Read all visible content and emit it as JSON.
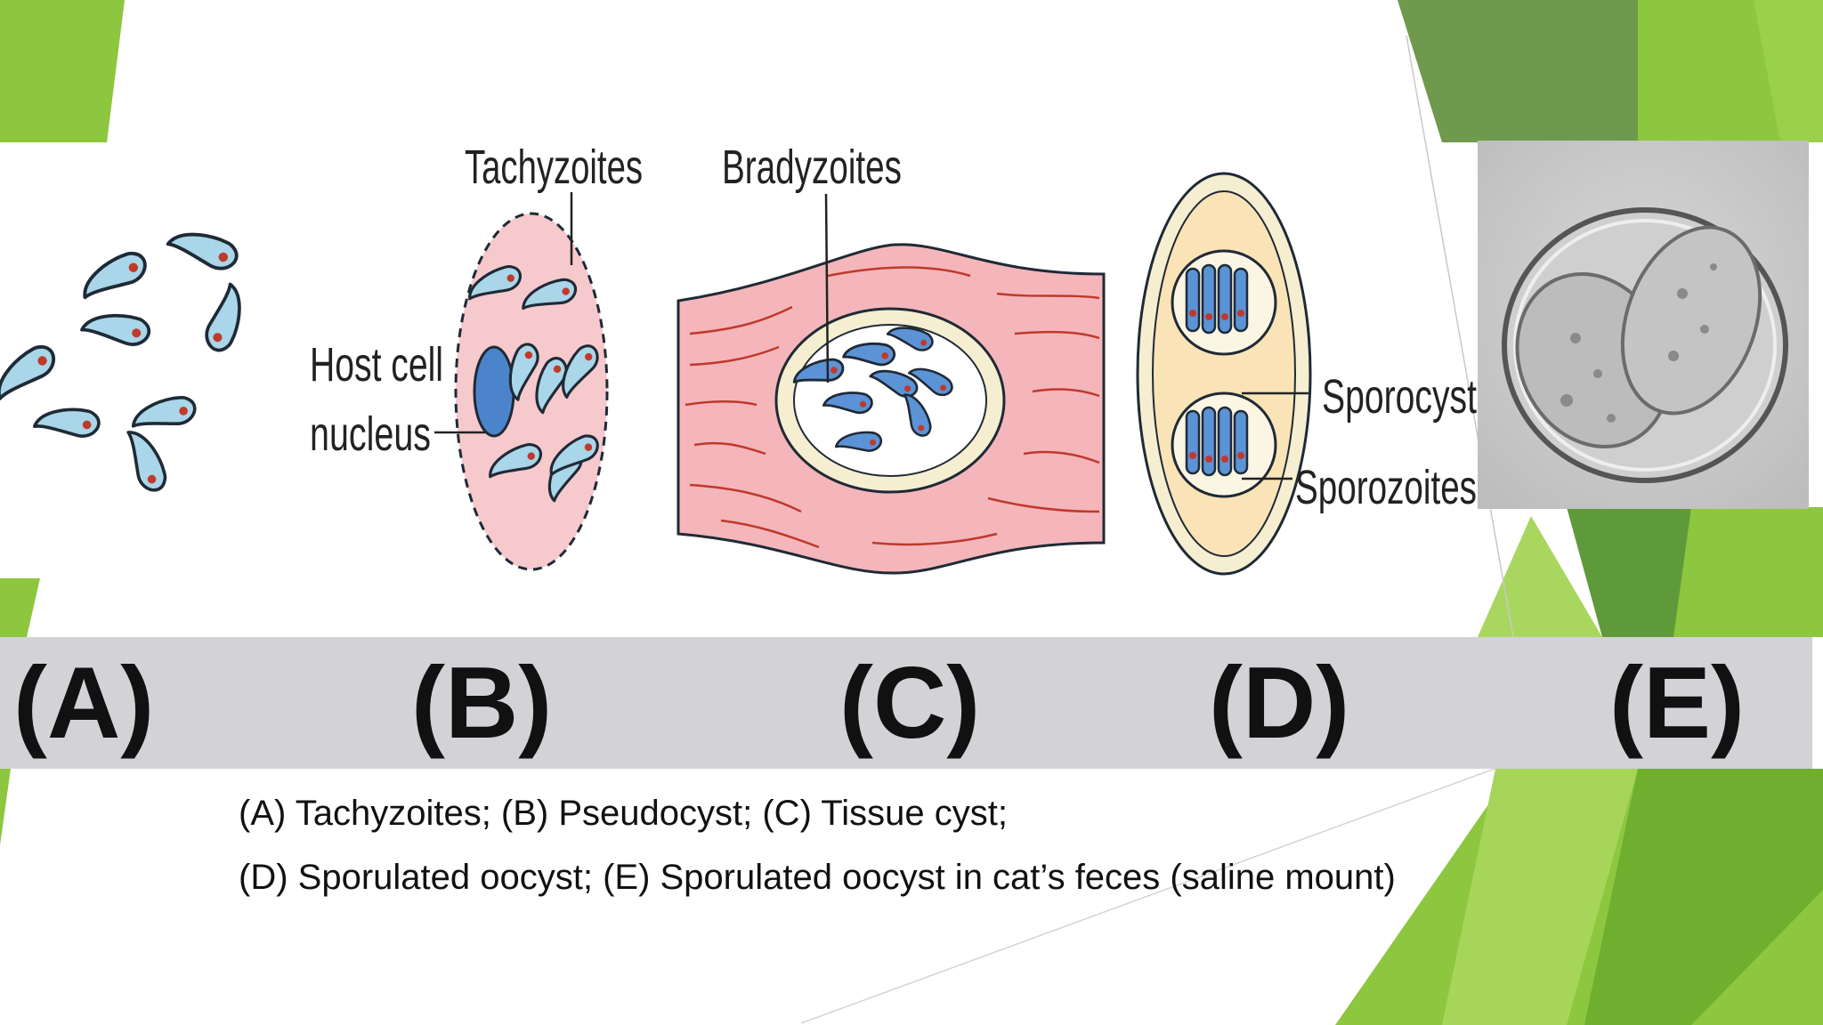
{
  "panel_letters": [
    "(A)",
    "(B)",
    "(C)",
    "(D)",
    "(E)"
  ],
  "labels": {
    "tachyzoites": "Tachyzoites",
    "host_cell": "Host cell",
    "nucleus": "nucleus",
    "bradyzoites": "Bradyzoites",
    "sporocyst": "Sporocyst",
    "sporozoites": "Sporozoites"
  },
  "caption": {
    "line1": "(A) Tachyzoites; (B) Pseudocyst; (C) Tissue cyst;",
    "line2": "(D) Sporulated oocyst; (E) Sporulated oocyst in cat’s feces (saline mount)"
  },
  "colors": {
    "green_light": "#8dc63f",
    "green_mid": "#6fa63a",
    "green_dark": "#5b8f3a",
    "band": "#d3d2d6",
    "parasite": "#a9d6e8",
    "nucleus_red": "#c0392b",
    "host_pink": "#f6c9cd",
    "muscle": "#f4b6ba",
    "cyst_wall": "#f5eed0",
    "oocyst": "#fae3b6"
  }
}
